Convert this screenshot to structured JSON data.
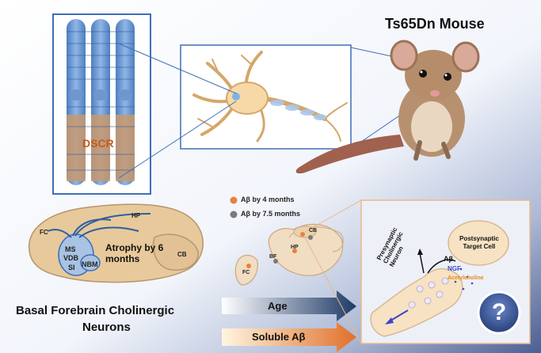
{
  "mouse_title": "Ts65Dn Mouse",
  "chromosome_label": "DSCR",
  "brain": {
    "fc": "FC",
    "hp": "HP",
    "cb": "CB",
    "ms": "MS",
    "vdb": "VDB",
    "si": "SI",
    "nbm": "NBM",
    "atrophy_line1": "Atrophy by 6",
    "atrophy_line2": "months"
  },
  "bottom_title_line1": "Basal Forebrain Cholinergic",
  "bottom_title_line2": "Neurons",
  "legend": {
    "item1": "Aβ by 4 months",
    "item2": "Aβ by 7.5 months",
    "color1": "#e8823a",
    "color2": "#7a7a7a"
  },
  "mouse_brain": {
    "cb": "CB",
    "hp": "HP",
    "bf": "BF",
    "fc": "FC"
  },
  "arrows": {
    "age": "Age",
    "soluble": "Soluble Aβ"
  },
  "synapse": {
    "presynaptic_line1": "Presynaptic",
    "presynaptic_line2": "Cholinergic",
    "presynaptic_line3": "Neuron",
    "postsynaptic_line1": "Postsynaptic",
    "postsynaptic_line2": "Target Cell",
    "abeta": "Aβ",
    "ngf": "NGF",
    "ach": "Acetylcholine",
    "question": "?"
  }
}
